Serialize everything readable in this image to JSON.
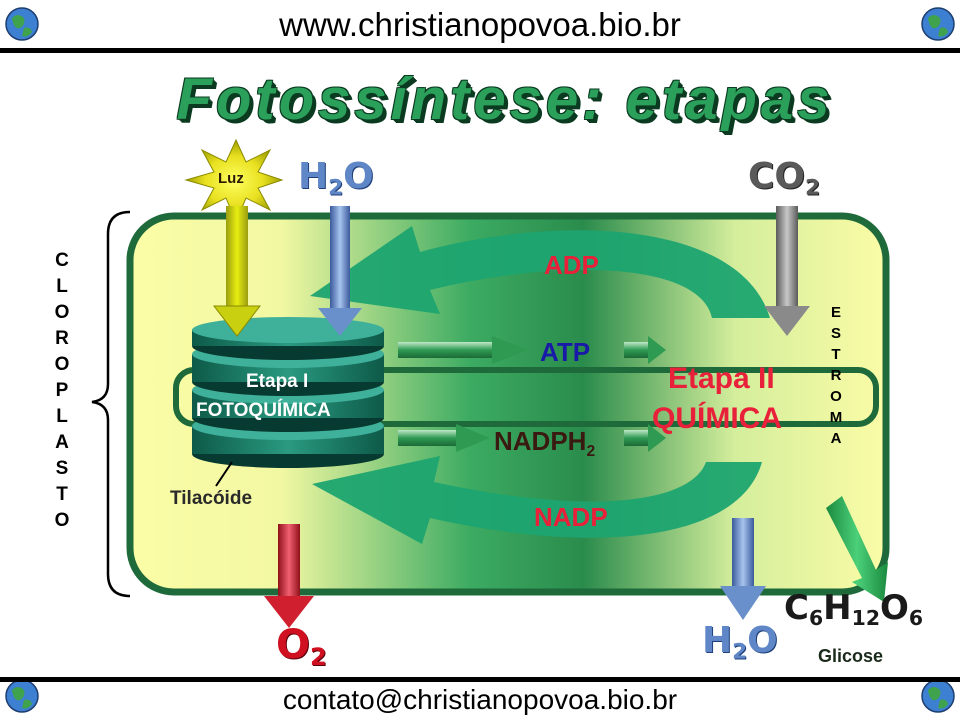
{
  "header": {
    "site_url": "www.christianopovoa.bio.br"
  },
  "footer": {
    "contact_email": "contato@christianopovoa.bio.br"
  },
  "title": "Fotossíntese: etapas",
  "diagram": {
    "light": "Luz",
    "water_in": {
      "main": "H",
      "sub": "2",
      "tail": "O"
    },
    "co2": {
      "main": "CO",
      "sub": "2"
    },
    "adp": "ADP",
    "atp": "ATP",
    "nadph2": {
      "main": "NADPH",
      "sub": "2"
    },
    "nadp": "NADP",
    "stage1_line1": "Etapa I",
    "stage1_line2": "FOTOQUÍMICA",
    "stage2_line1": "Etapa II",
    "stage2_line2": "QUÍMICA",
    "thylakoid": "Tilacóide",
    "chloroplast_letters": [
      "C",
      "L",
      "O",
      "R",
      "O",
      "P",
      "L",
      "A",
      "S",
      "T",
      "O"
    ],
    "stroma_letters": [
      "E",
      "S",
      "T",
      "R",
      "O",
      "M",
      "A"
    ],
    "oxygen": {
      "main": "O",
      "sub": "2"
    },
    "water_out": {
      "main": "H",
      "sub": "2",
      "tail": "O"
    },
    "glucose_formula": {
      "c": "C",
      "c_sub": "6",
      "h": "H",
      "h_sub": "12",
      "o": "O",
      "o_sub": "6"
    },
    "glucose_label": "Glicose"
  },
  "colors": {
    "cell_green": "#2e8b4a",
    "cell_yellow": "#fbfca6",
    "adp_red": "#e8203a",
    "atp_blue": "#1a1aa8",
    "nadph_dark": "#3a1a10",
    "h2o_blue": "#5f86c6",
    "co2_gray": "#5a5a5a",
    "o2_red": "#cc1020"
  }
}
